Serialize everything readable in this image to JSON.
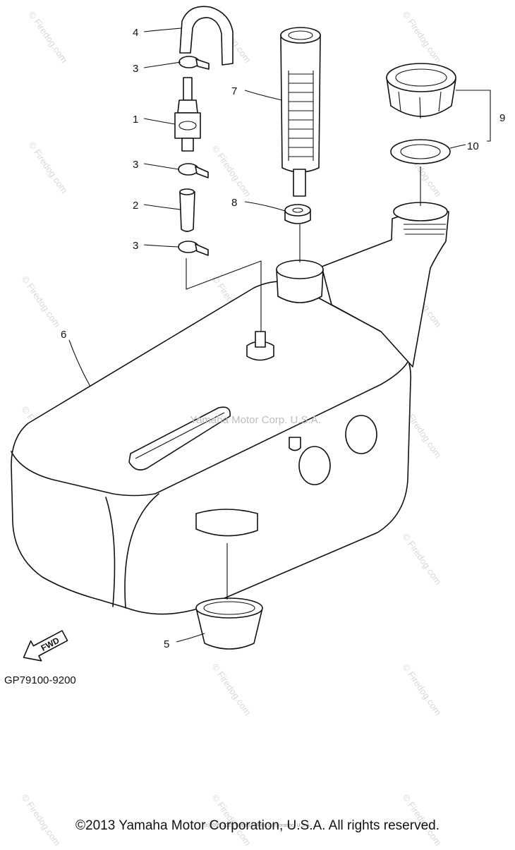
{
  "diagram": {
    "callouts": [
      {
        "id": "1",
        "label": "1"
      },
      {
        "id": "2",
        "label": "2"
      },
      {
        "id": "3a",
        "label": "3"
      },
      {
        "id": "3b",
        "label": "3"
      },
      {
        "id": "3c",
        "label": "3"
      },
      {
        "id": "4",
        "label": "4"
      },
      {
        "id": "5",
        "label": "5"
      },
      {
        "id": "6",
        "label": "6"
      },
      {
        "id": "7",
        "label": "7"
      },
      {
        "id": "8",
        "label": "8"
      },
      {
        "id": "9",
        "label": "9"
      },
      {
        "id": "10",
        "label": "10"
      }
    ],
    "tank_watermark": "Yamaha Motor Corp. U.S.A.",
    "fwd_label": "FWD",
    "diagram_code": "GP79100-9200",
    "site_watermark": "© Firedog.com",
    "small_print": "(c)2005-2013 Yamaha Motor Corporation, U.S.A."
  },
  "footer": {
    "copyright": "©2013 Yamaha Motor Corporation, U.S.A. All rights reserved."
  }
}
